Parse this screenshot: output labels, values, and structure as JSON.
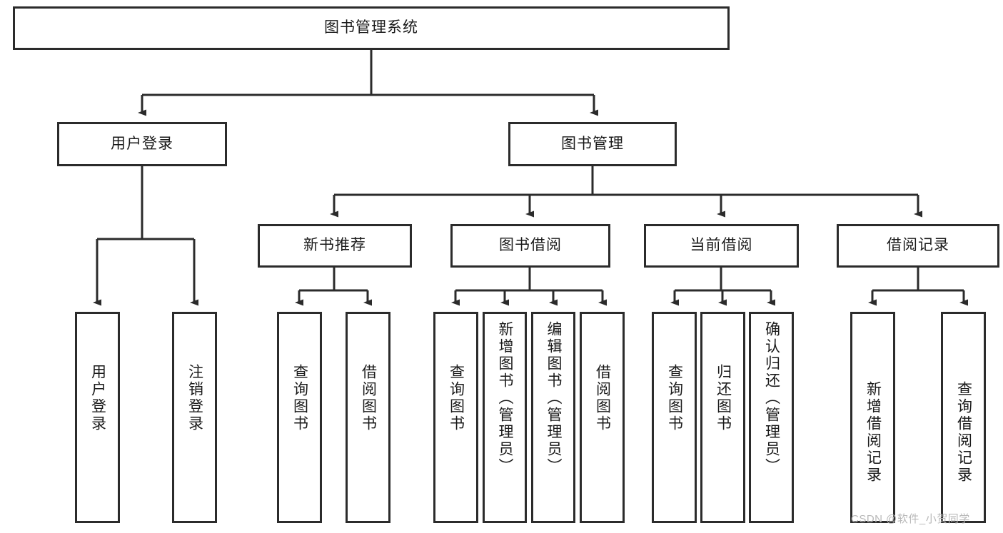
{
  "diagram": {
    "title": "图书管理系统",
    "type": "tree-hierarchy-diagram",
    "watermark": "CSDN @软件_小贺同学",
    "colors": {
      "box_border": "#2b2b2b",
      "box_fill": "#ffffff",
      "connector": "#2b2b2b",
      "text": "#1a1a1a",
      "watermark": "#b9b9b9"
    },
    "root": {
      "label": "图书管理系统"
    },
    "level2": [
      {
        "label": "用户登录"
      },
      {
        "label": "图书管理"
      }
    ],
    "level3": [
      {
        "label": "新书推荐"
      },
      {
        "label": "图书借阅"
      },
      {
        "label": "当前借阅"
      },
      {
        "label": "借阅记录"
      }
    ],
    "leaves": {
      "user_login": [
        {
          "label": "用户登录"
        },
        {
          "label": "注销登录"
        }
      ],
      "new_book_recommend": [
        {
          "label": "查询图书"
        },
        {
          "label": "借阅图书"
        }
      ],
      "book_borrow": [
        {
          "label": "查询图书"
        },
        {
          "label": "新增图书（管理员）"
        },
        {
          "label": "编辑图书（管理员）"
        },
        {
          "label": "借阅图书"
        }
      ],
      "current_borrow": [
        {
          "label": "查询图书"
        },
        {
          "label": "归还图书"
        },
        {
          "label": "确认归还（管理员）"
        }
      ],
      "borrow_record": [
        {
          "label": "新增借阅记录"
        },
        {
          "label": "查询借阅记录"
        }
      ]
    }
  }
}
